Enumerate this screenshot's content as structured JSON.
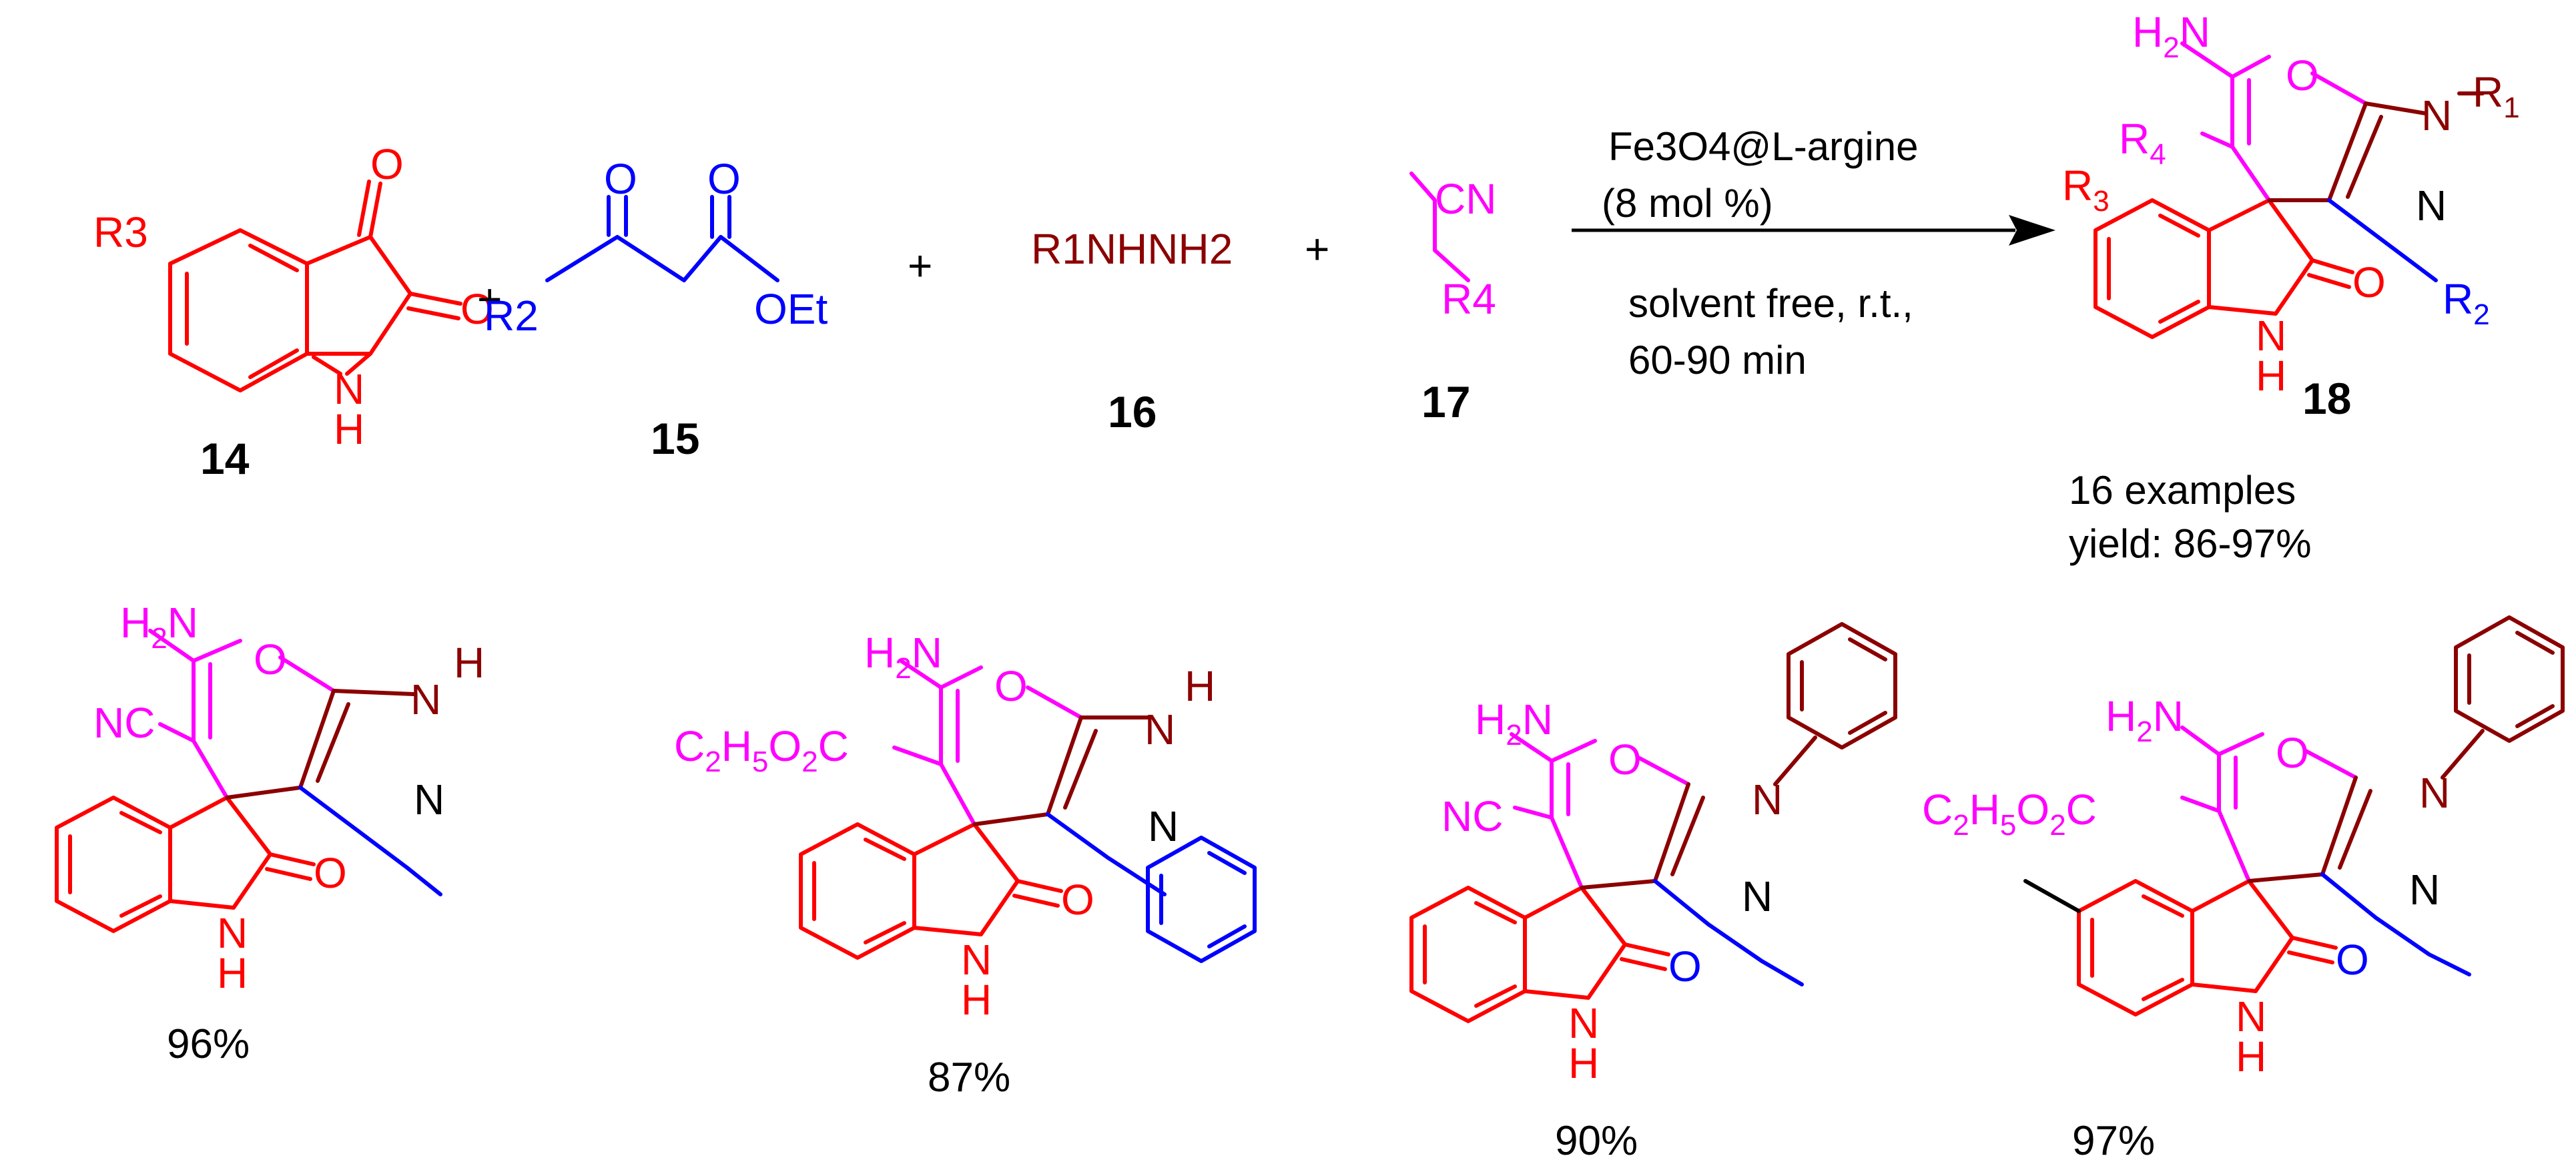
{
  "colors": {
    "isatin": "#ff0000",
    "ketoester": "#0000ff",
    "hydrazine": "#8b0000",
    "nitrile": "#ff00ff",
    "text": "#000000"
  },
  "reactants": [
    {
      "number": "14",
      "substituent": "R3",
      "atoms": [
        "O",
        "O",
        "N",
        "H"
      ]
    },
    {
      "number": "15",
      "substituent": "R2",
      "atoms": [
        "O",
        "O",
        "OEt"
      ]
    },
    {
      "number": "16",
      "formula": "R1NHNH2"
    },
    {
      "number": "17",
      "group": "CN",
      "substituent": "R4"
    }
  ],
  "plus_sign": "+",
  "reagent": {
    "catalyst": "Fe3O4@L-argine",
    "loading": "(8 mol %)",
    "conditions": "solvent free,  r.t.,",
    "time": "60-90 min"
  },
  "product": {
    "number": "18",
    "examples": "16 examples",
    "yield_range": "yield: 86-97%"
  },
  "examples": [
    {
      "yield": "96%"
    },
    {
      "yield": "87%"
    },
    {
      "yield": "90%"
    },
    {
      "yield": "97%"
    }
  ]
}
